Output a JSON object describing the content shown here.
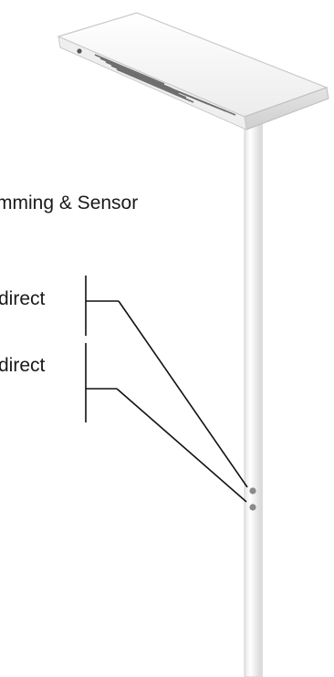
{
  "labels": {
    "dimming_sensor": "mming & Sensor",
    "direct": "direct",
    "indirect": "direct"
  },
  "colors": {
    "lamp_body": "#f7f7f7",
    "lamp_edge": "#c9c9c9",
    "pole": "#f9f9f9",
    "pole_edge": "#cfcfcf",
    "grille": "#6e6e6e",
    "leader_line": "#111111",
    "button": "#8a8a8a"
  },
  "icons": [
    "floor-lamp-illustration",
    "control-button-top",
    "control-button-bottom"
  ]
}
